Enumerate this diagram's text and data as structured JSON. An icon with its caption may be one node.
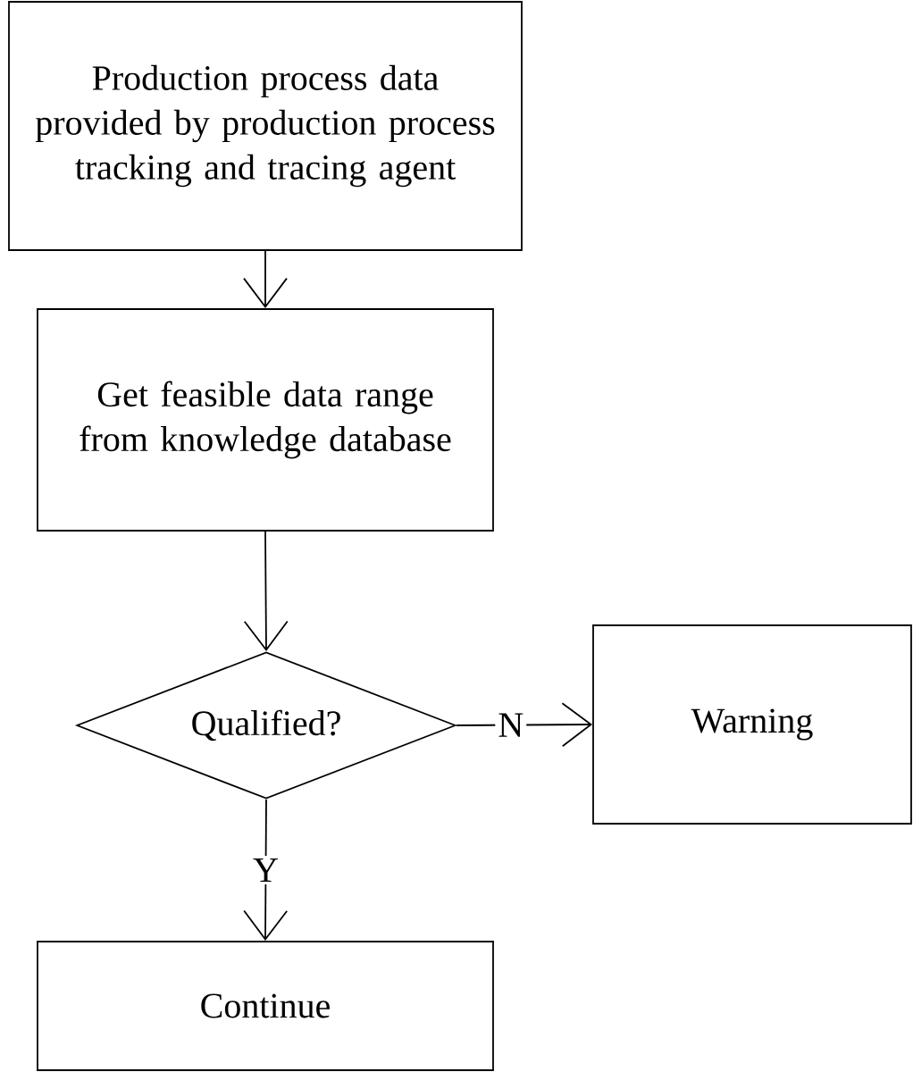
{
  "diagram": {
    "nodes": [
      {
        "text": [
          "Production process data provided by production process tracking and tracing agent"
        ]
      },
      {
        "text": [
          "Get feasible data range from knowledge database"
        ]
      },
      {
        "text": [
          "Qualified?"
        ]
      },
      {
        "text": [
          "Warning"
        ]
      },
      {
        "text": [
          "Continue"
        ]
      }
    ],
    "edges": [
      {
        "from": 0,
        "to": 1,
        "arrow": "to"
      },
      {
        "from": 1,
        "to": 2,
        "arrow": "to"
      },
      {
        "from": 2,
        "to": 3,
        "arrow": "to",
        "label": "N"
      },
      {
        "from": 2,
        "to": 4,
        "arrow": "to",
        "label": "Y"
      }
    ]
  }
}
